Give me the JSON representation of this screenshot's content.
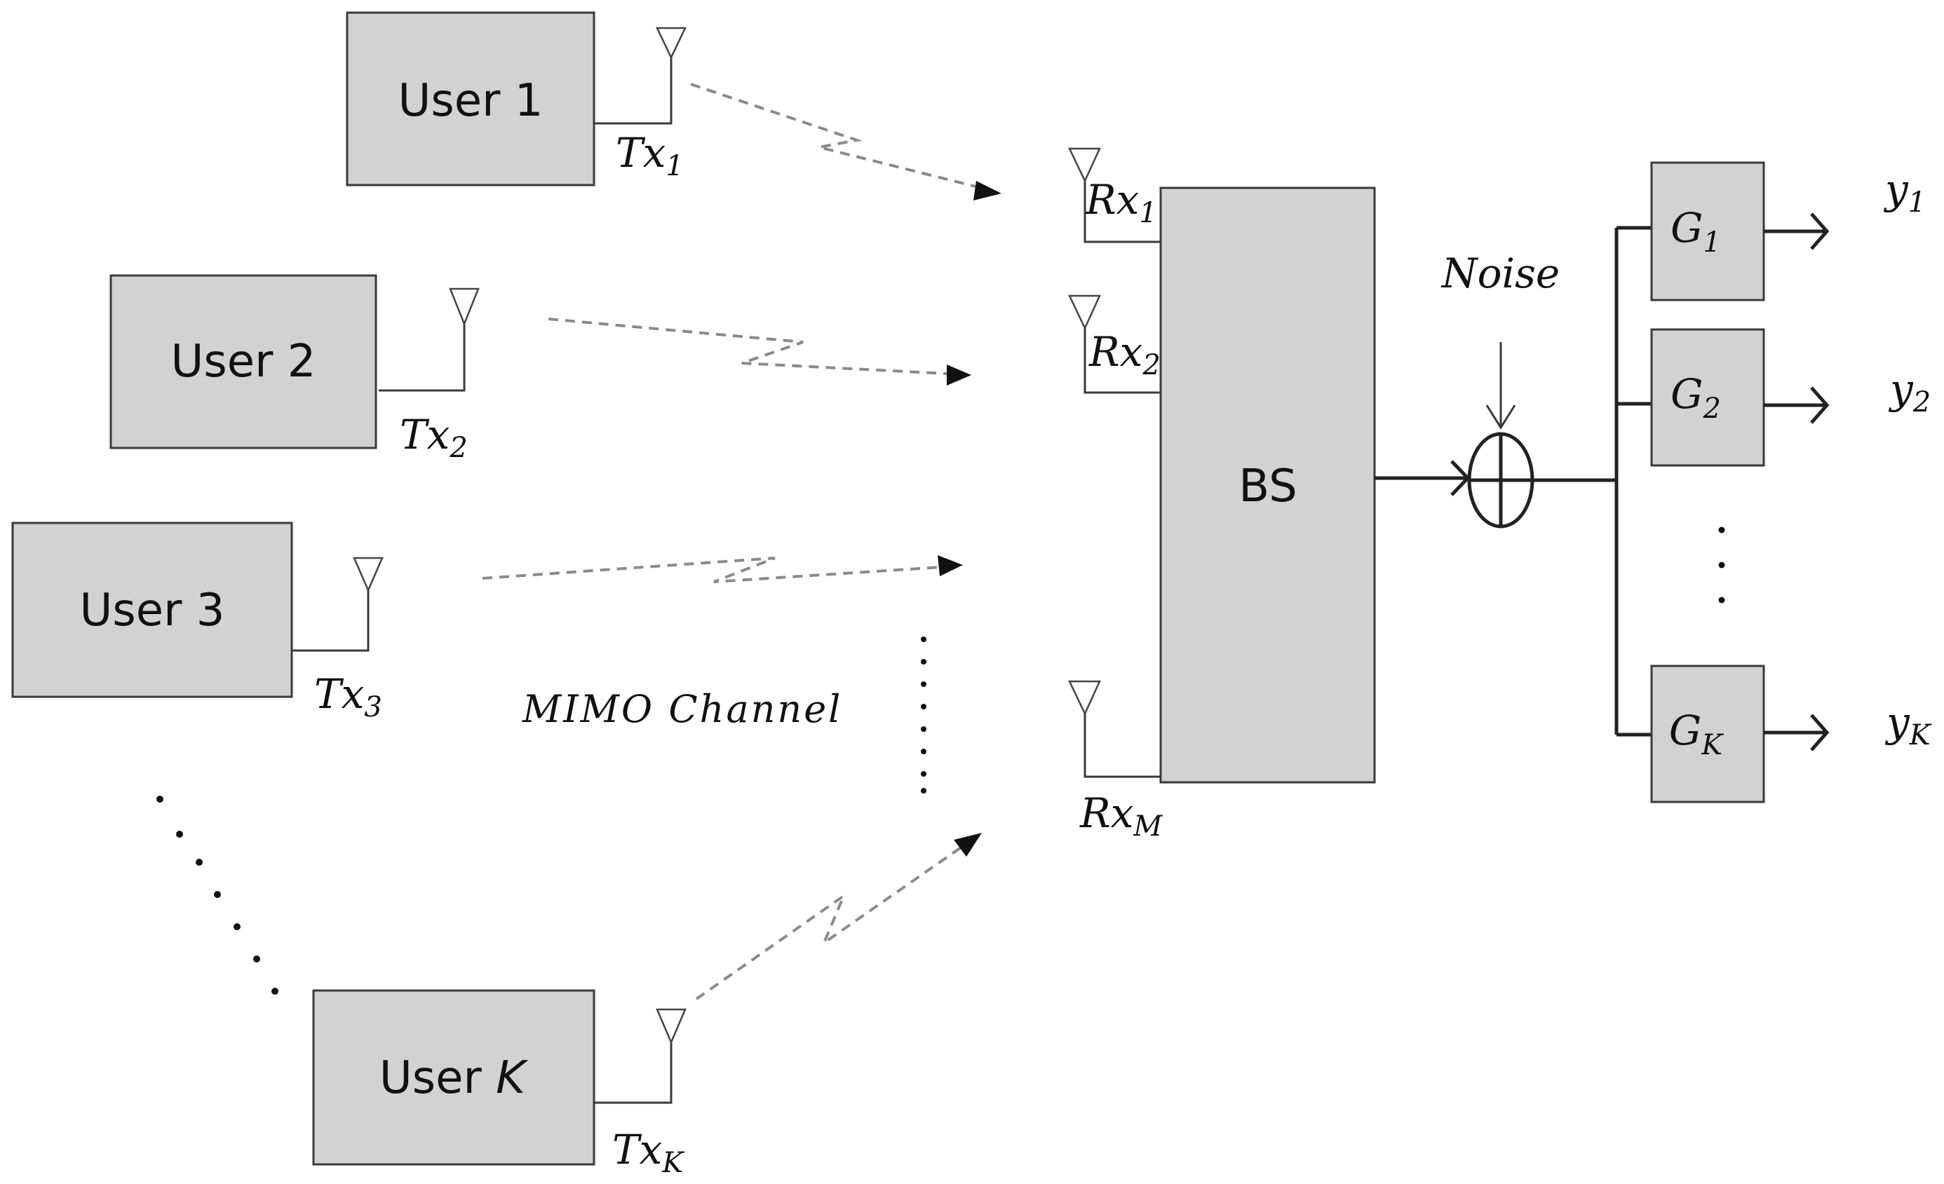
{
  "users": [
    {
      "label": "User 1",
      "tx_base": "Tx",
      "tx_sub": "1"
    },
    {
      "label": "User 2",
      "tx_base": "Tx",
      "tx_sub": "2"
    },
    {
      "label": "User 3",
      "tx_base": "Tx",
      "tx_sub": "3"
    },
    {
      "label_prefix": "User ",
      "label_var": "K",
      "tx_base": "Tx",
      "tx_sub": "K"
    }
  ],
  "channel_label": "MIMO Channel",
  "receivers": [
    {
      "base": "Rx",
      "sub": "1"
    },
    {
      "base": "Rx",
      "sub": "2"
    },
    {
      "base": "Rx",
      "sub": "M"
    }
  ],
  "bs_label": "BS",
  "noise_label": "Noise",
  "filters": [
    {
      "base": "G",
      "sub": "1"
    },
    {
      "base": "G",
      "sub": "2"
    },
    {
      "base": "G",
      "sub": "K"
    }
  ],
  "outputs": [
    {
      "base": "y",
      "sub": "1"
    },
    {
      "base": "y",
      "sub": "2"
    },
    {
      "base": "y",
      "sub": "K"
    }
  ]
}
